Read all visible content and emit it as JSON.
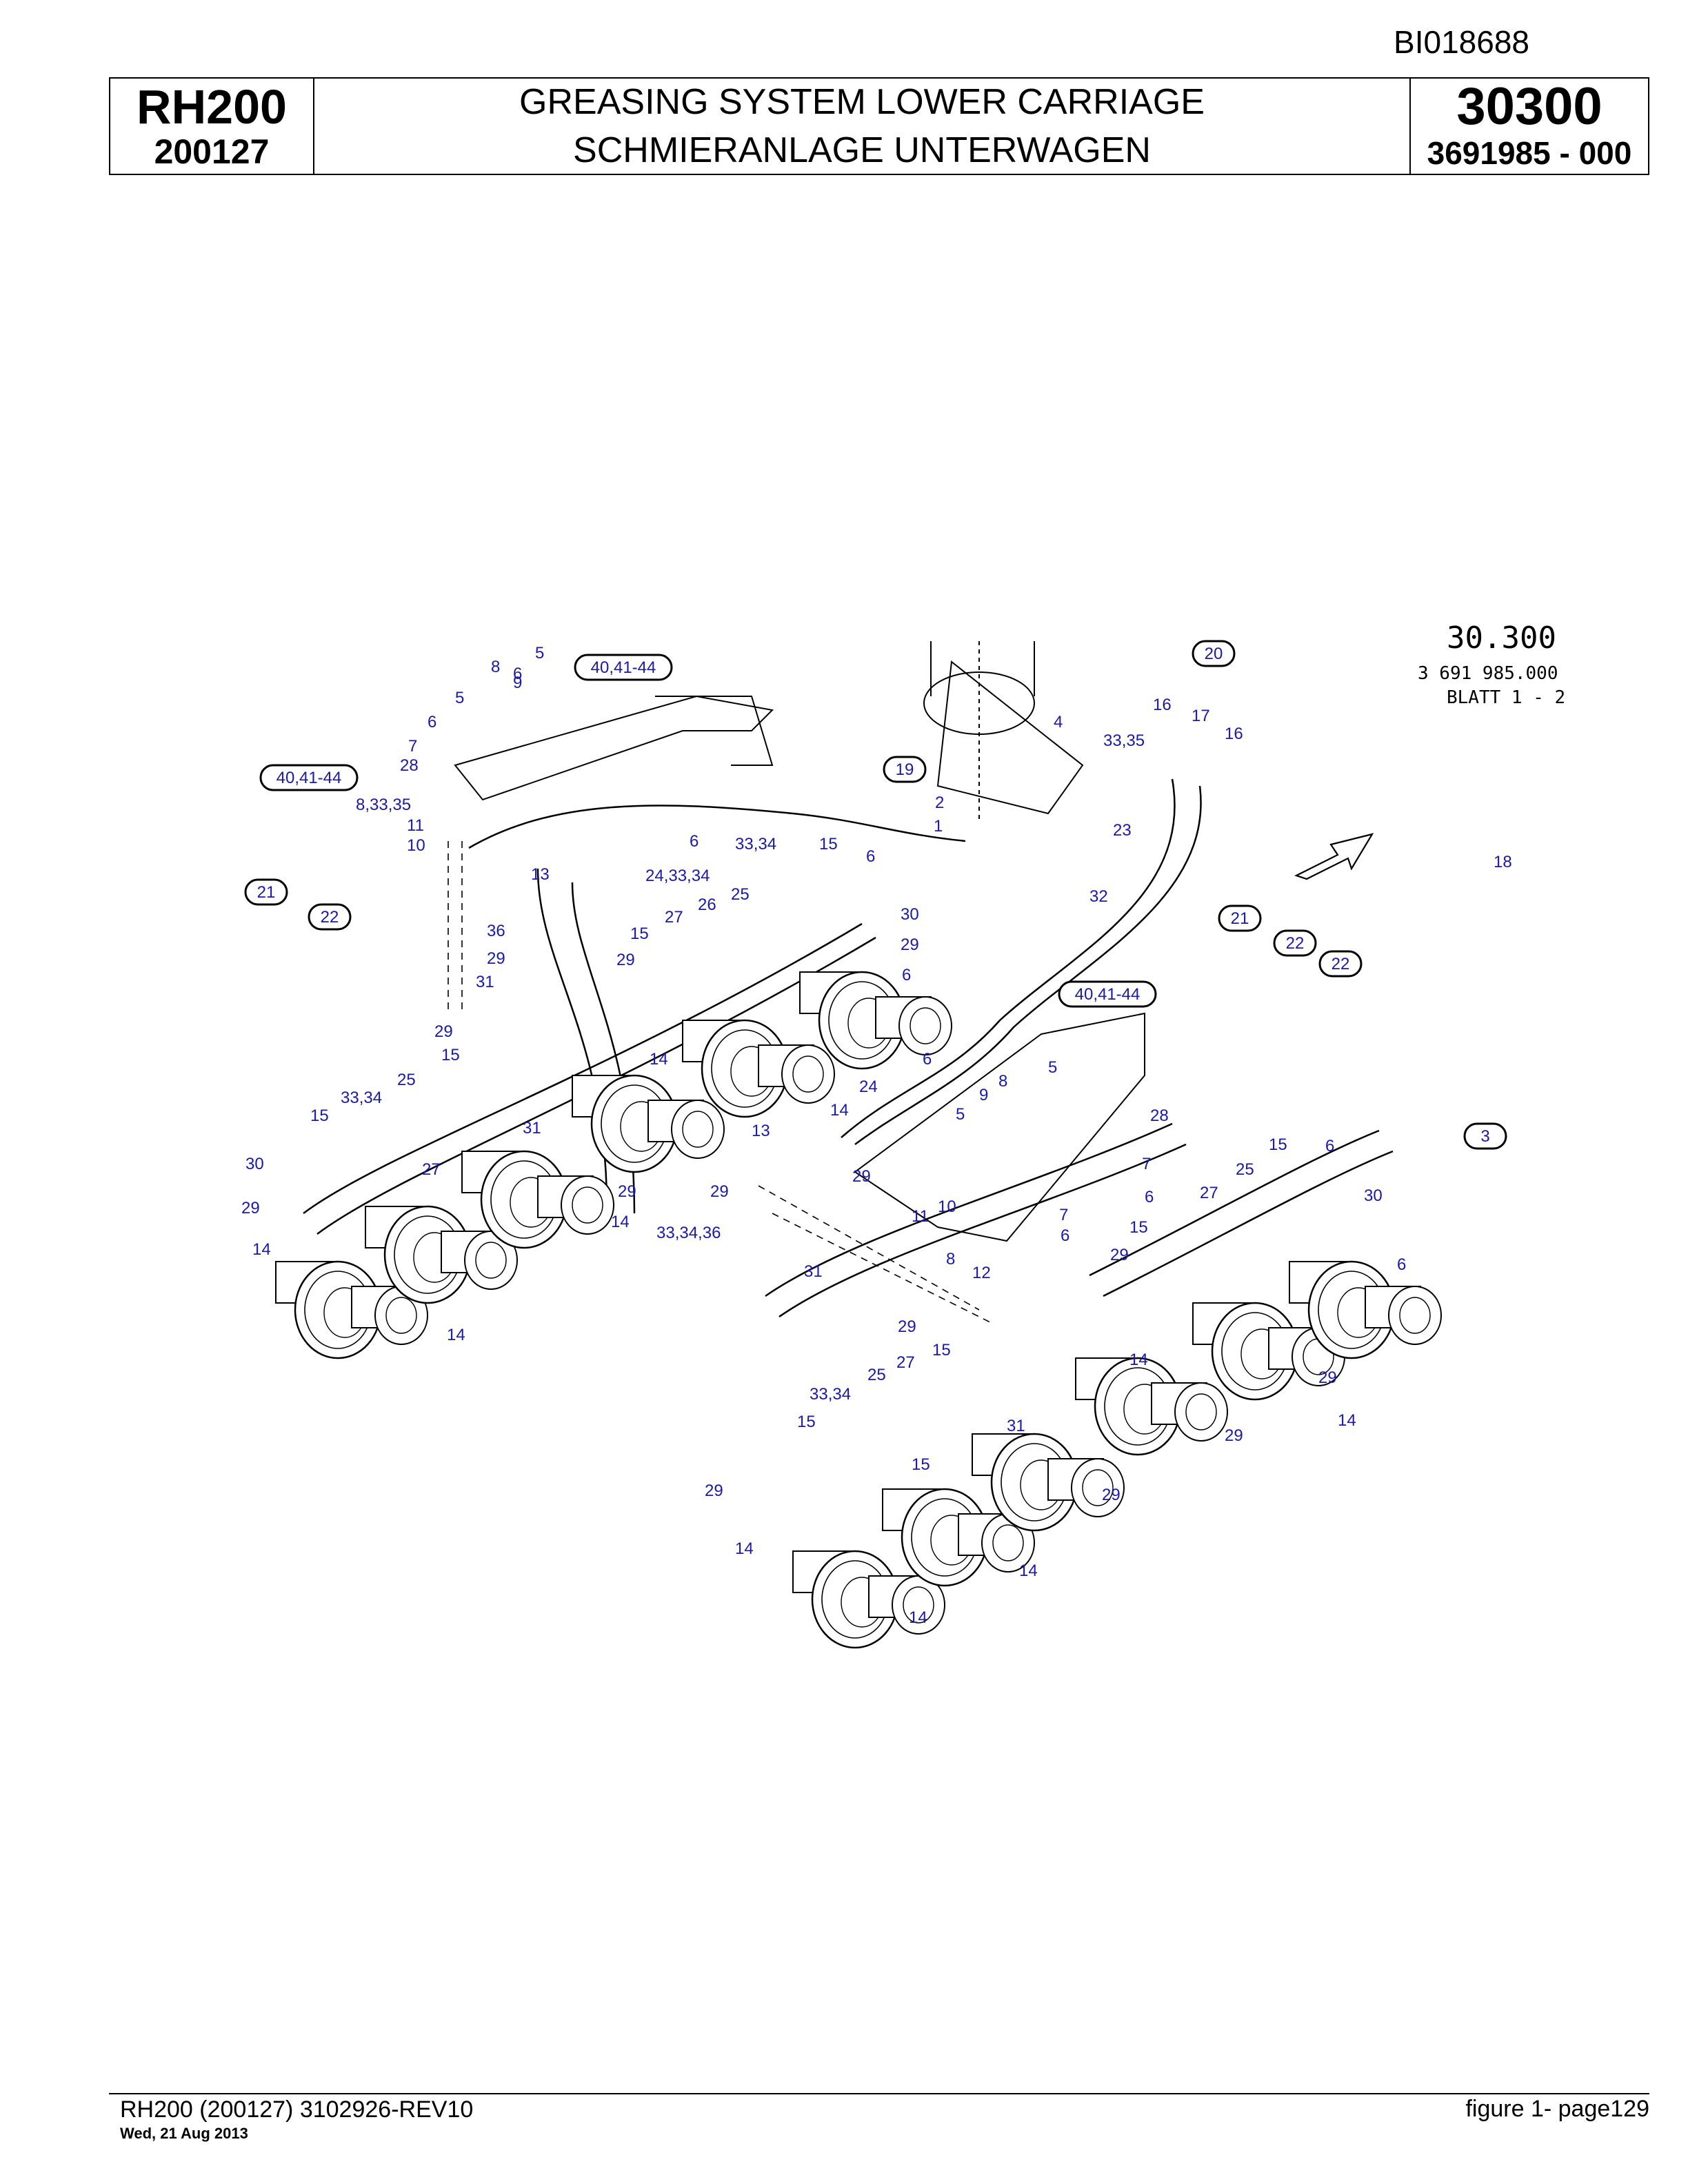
{
  "doc_id": "BI018688",
  "header": {
    "model": "RH200",
    "serial": "200127",
    "title_en": "GREASING SYSTEM LOWER CARRIAGE",
    "title_de": "SCHMIERANLAGE UNTERWAGEN",
    "group_no": "30300",
    "part_no": "3691985 - 000"
  },
  "drawing_stamp": {
    "line1": "30.300",
    "line2": "3 691 985.000",
    "line3": "BLATT 1 - 2"
  },
  "callouts": {
    "c1": "40,41-44",
    "c2": "40,41-44",
    "c3": "40,41-44",
    "c4": "19",
    "c5": "20",
    "c6": "21",
    "c7": "22",
    "c8": "21",
    "c9": "22",
    "c10": "22",
    "c11": "3"
  },
  "labels": {
    "l1": "5",
    "l2": "8",
    "l3": "9",
    "l4": "6",
    "l5": "5",
    "l6": "6",
    "l7": "7",
    "l8": "28",
    "l9": "8,33,35",
    "l10": "11",
    "l11": "10",
    "l12": "6",
    "l13": "13",
    "l14": "24,33,34",
    "l15": "33,34",
    "l16": "15",
    "l17": "6",
    "l18": "25",
    "l19": "26",
    "l20": "27",
    "l21": "15",
    "l22": "36",
    "l23": "29",
    "l24": "29",
    "l25": "31",
    "l26": "30",
    "l27": "29",
    "l28": "6",
    "l29": "29",
    "l30": "15",
    "l31": "14",
    "l32": "24",
    "l33": "14",
    "l34": "25",
    "l35": "33,34",
    "l36": "15",
    "l37": "31",
    "l38": "27",
    "l39": "30",
    "l40": "29",
    "l41": "29",
    "l42": "14",
    "l43": "14",
    "l44": "29",
    "l45": "14",
    "l46": "33,34,36",
    "l47": "13",
    "l48": "29",
    "l49": "31",
    "l50": "6",
    "l51": "4",
    "l52": "16",
    "l53": "17",
    "l54": "16",
    "l55": "33,35",
    "l56": "2",
    "l57": "1",
    "l58": "23",
    "l59": "32",
    "l60": "18",
    "l61": "5",
    "l62": "9",
    "l63": "8",
    "l64": "5",
    "l65": "28",
    "l66": "7",
    "l67": "6",
    "l68": "6",
    "l69": "7",
    "l70": "10",
    "l71": "11",
    "l72": "8",
    "l73": "12",
    "l74": "15",
    "l75": "25",
    "l76": "6",
    "l77": "27",
    "l78": "30",
    "l79": "15",
    "l80": "29",
    "l81": "6",
    "l82": "14",
    "l83": "29",
    "l84": "14",
    "l85": "29",
    "l86": "29",
    "l87": "15",
    "l88": "27",
    "l89": "25",
    "l90": "33,34",
    "l91": "15",
    "l92": "31",
    "l93": "15",
    "l94": "29",
    "l95": "29",
    "l96": "14",
    "l97": "14",
    "l98": "14"
  },
  "footer": {
    "doc_ref": "RH200 (200127) 3102926-REV10",
    "date": "Wed, 21 Aug 2013",
    "page": "figure  1- page129"
  }
}
